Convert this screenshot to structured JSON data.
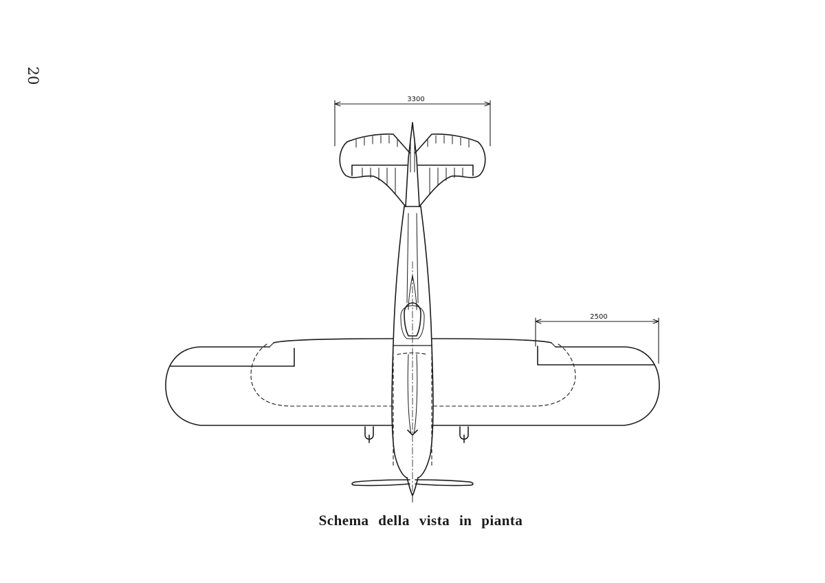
{
  "page": {
    "number": "20",
    "caption": "Schema della vista in pianta"
  },
  "dimensions": {
    "tailplane_span": "3300",
    "flap_span": "2500"
  },
  "colors": {
    "ink": "#1a1a1a",
    "paper": "#ffffff"
  }
}
